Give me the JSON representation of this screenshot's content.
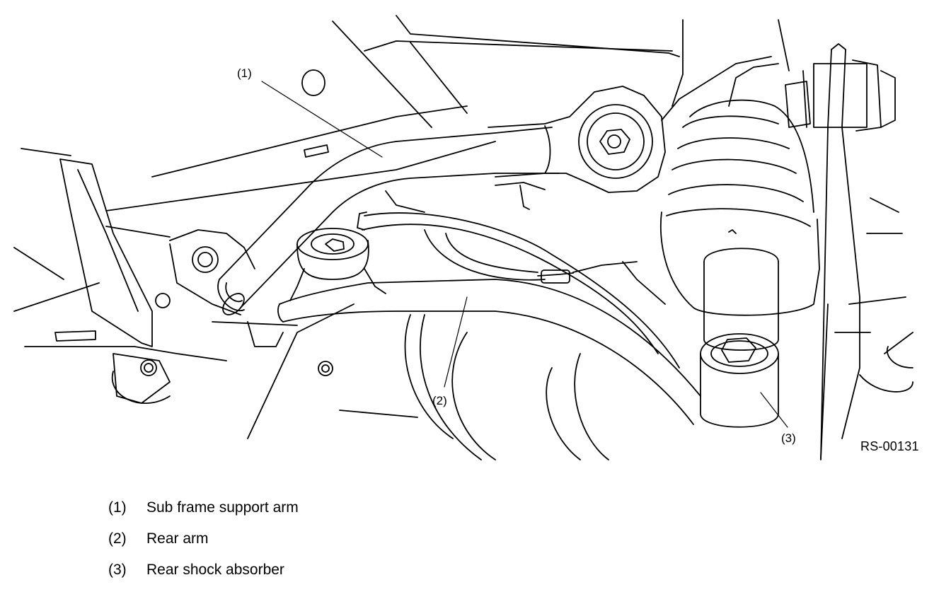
{
  "figure": {
    "id": "RS-00131",
    "callouts": [
      {
        "num": "(1)"
      },
      {
        "num": "(2)"
      },
      {
        "num": "(3)"
      }
    ]
  },
  "legend": [
    {
      "num": "(1)",
      "text": "Sub frame support arm"
    },
    {
      "num": "(2)",
      "text": "Rear arm"
    },
    {
      "num": "(3)",
      "text": "Rear shock absorber"
    }
  ],
  "colors": {
    "line": "#000000",
    "background": "#ffffff"
  },
  "icons": [
    "sub-frame-support-arm-icon",
    "rear-arm-icon",
    "rear-shock-absorber-icon"
  ]
}
